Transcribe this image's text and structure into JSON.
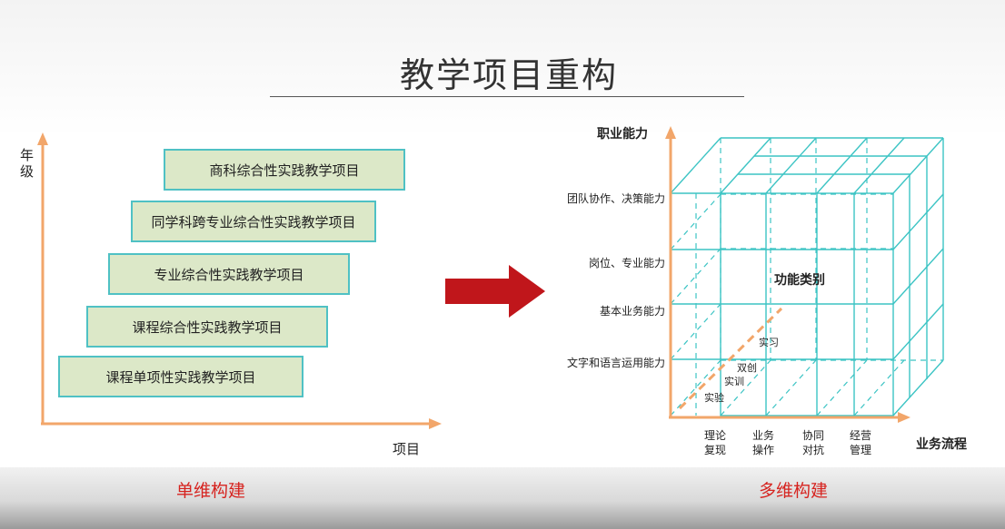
{
  "title": "教学项目重构",
  "left": {
    "y_axis_label": "年级",
    "x_axis_label": "项目",
    "steps": [
      "商科综合性实践教学项目",
      "同学科跨专业综合性实践教学项目",
      "专业综合性实践教学项目",
      "课程综合性实践教学项目",
      "课程单项性实践教学项目"
    ],
    "caption": "单维构建"
  },
  "right": {
    "y_axis_label": "职业能力",
    "x_axis_label": "业务流程",
    "center_label": "功能类别",
    "abilities": [
      "团队协作、决策能力",
      "岗位、专业能力",
      "基本业务能力",
      "文字和语言运用能力"
    ],
    "processes": [
      {
        "line1": "理论",
        "line2": "复现"
      },
      {
        "line1": "业务",
        "line2": "操作"
      },
      {
        "line1": "协同",
        "line2": "对抗"
      },
      {
        "line1": "经营",
        "line2": "管理"
      }
    ],
    "diagonal_labels": [
      "实习",
      "双创",
      "实训",
      "实验"
    ],
    "caption": "多维构建"
  },
  "colors": {
    "grid": "#3cc4c4",
    "axis": "#f2a66a",
    "arrow": "#c0161b",
    "caption": "#d6231f",
    "step_fill": "#dce8c8"
  }
}
